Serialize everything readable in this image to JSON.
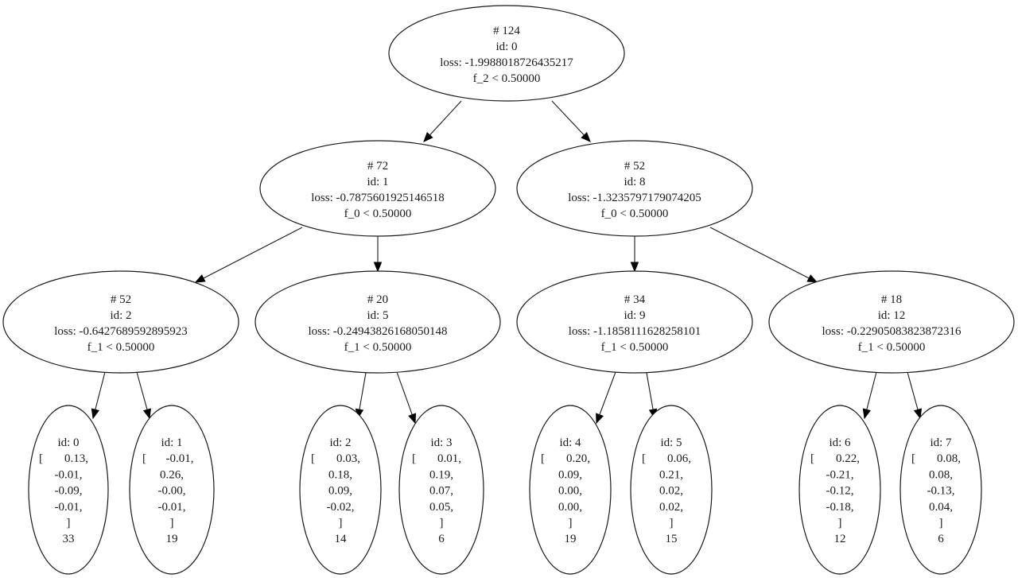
{
  "diagram": {
    "type": "decision-tree",
    "nodes": [
      {
        "key": "n0",
        "kind": "split",
        "samples": "# 124",
        "id": "id:  0",
        "loss": "loss:  -1.9988018726435217",
        "rule": "f_2 < 0.50000"
      },
      {
        "key": "n1",
        "kind": "split",
        "samples": "# 72",
        "id": "id:  1",
        "loss": "loss:  -0.7875601925146518",
        "rule": "f_0 < 0.50000"
      },
      {
        "key": "n8",
        "kind": "split",
        "samples": "# 52",
        "id": "id:  8",
        "loss": "loss:  -1.3235797179074205",
        "rule": "f_0 < 0.50000"
      },
      {
        "key": "n2",
        "kind": "split",
        "samples": "# 52",
        "id": "id:  2",
        "loss": "loss:  -0.6427689592895923",
        "rule": "f_1 < 0.50000"
      },
      {
        "key": "n5",
        "kind": "split",
        "samples": "# 20",
        "id": "id:  5",
        "loss": "loss:  -0.24943826168050148",
        "rule": "f_1 < 0.50000"
      },
      {
        "key": "n9",
        "kind": "split",
        "samples": "# 34",
        "id": "id:  9",
        "loss": "loss:  -1.1858111628258101",
        "rule": "f_1 < 0.50000"
      },
      {
        "key": "n12",
        "kind": "split",
        "samples": "# 18",
        "id": "id:  12",
        "loss": "loss:  -0.22905083823872316",
        "rule": "f_1 < 0.50000"
      },
      {
        "key": "l0",
        "kind": "leaf",
        "id": "id:  0",
        "open": "[",
        "values": [
          "0.13,",
          "-0.01,",
          "-0.09,",
          "-0.01,"
        ],
        "close": "]",
        "count": "33"
      },
      {
        "key": "l1",
        "kind": "leaf",
        "id": "id:  1",
        "open": "[",
        "values": [
          "-0.01,",
          "0.26,",
          "-0.00,",
          "-0.01,"
        ],
        "close": "]",
        "count": "19"
      },
      {
        "key": "l2",
        "kind": "leaf",
        "id": "id:  2",
        "open": "[",
        "values": [
          "0.03,",
          "0.18,",
          "0.09,",
          "-0.02,"
        ],
        "close": "]",
        "count": "14"
      },
      {
        "key": "l3",
        "kind": "leaf",
        "id": "id:  3",
        "open": "[",
        "values": [
          "0.01,",
          "0.19,",
          "0.07,",
          "0.05,"
        ],
        "close": "]",
        "count": "6"
      },
      {
        "key": "l4",
        "kind": "leaf",
        "id": "id:  4",
        "open": "[",
        "values": [
          "0.20,",
          "0.09,",
          "0.00,",
          "0.00,"
        ],
        "close": "]",
        "count": "19"
      },
      {
        "key": "l5",
        "kind": "leaf",
        "id": "id:  5",
        "open": "[",
        "values": [
          "0.06,",
          "0.21,",
          "0.02,",
          "0.02,"
        ],
        "close": "]",
        "count": "15"
      },
      {
        "key": "l6",
        "kind": "leaf",
        "id": "id:  6",
        "open": "[",
        "values": [
          "0.22,",
          "-0.21,",
          "-0.12,",
          "-0.18,"
        ],
        "close": "]",
        "count": "12"
      },
      {
        "key": "l7",
        "kind": "leaf",
        "id": "id:  7",
        "open": "[",
        "values": [
          "0.08,",
          "0.08,",
          "-0.13,",
          "0.04,"
        ],
        "close": "]",
        "count": "6"
      }
    ],
    "edges": [
      {
        "from": "n0",
        "to": "n1"
      },
      {
        "from": "n0",
        "to": "n8"
      },
      {
        "from": "n1",
        "to": "n2"
      },
      {
        "from": "n1",
        "to": "n5"
      },
      {
        "from": "n8",
        "to": "n9"
      },
      {
        "from": "n8",
        "to": "n12"
      },
      {
        "from": "n2",
        "to": "l0"
      },
      {
        "from": "n2",
        "to": "l1"
      },
      {
        "from": "n5",
        "to": "l2"
      },
      {
        "from": "n5",
        "to": "l3"
      },
      {
        "from": "n9",
        "to": "l4"
      },
      {
        "from": "n9",
        "to": "l5"
      },
      {
        "from": "n12",
        "to": "l6"
      },
      {
        "from": "n12",
        "to": "l7"
      }
    ]
  }
}
